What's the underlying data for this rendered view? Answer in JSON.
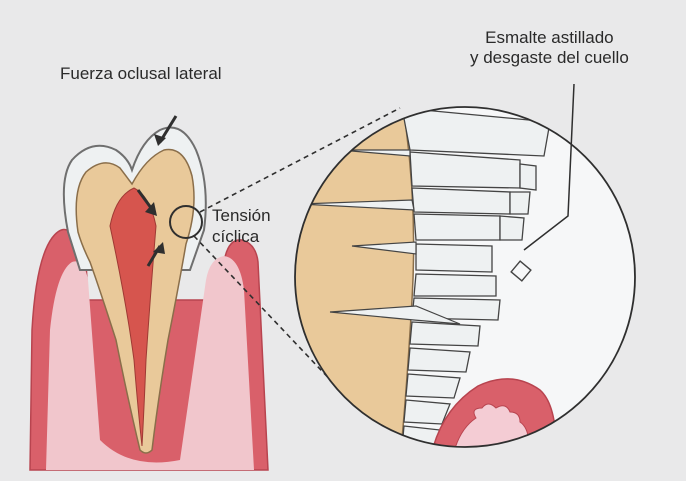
{
  "labels": {
    "lateral_force": "Fuerza oclusal lateral",
    "cyclic_stress": [
      "Tensión",
      "cíclica"
    ],
    "chipped_enamel": [
      "Esmalte astillado",
      "y desgaste del cuello"
    ]
  },
  "colors": {
    "background": "#e9e9ea",
    "dentin": "#e9c99a",
    "enamel": "#eef1f2",
    "gum": "#d9606a",
    "gum_light": "#f1c6cc",
    "pulp": "#d6554e",
    "line": "#2f2f2f"
  }
}
